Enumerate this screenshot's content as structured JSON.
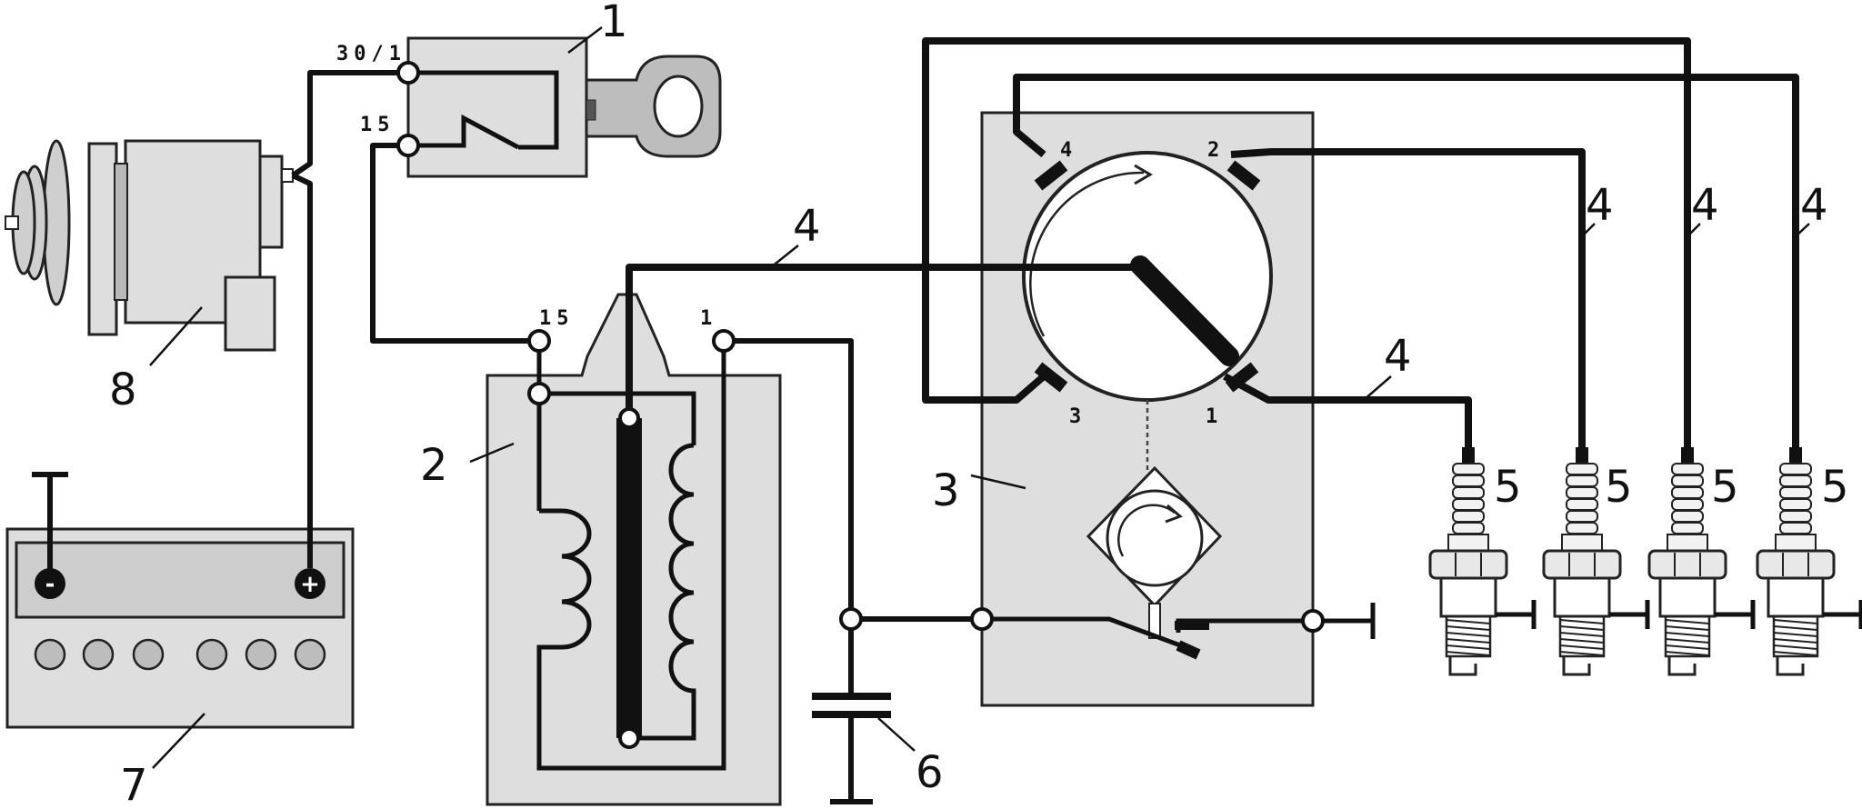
{
  "diagram": {
    "components": {
      "ignition_switch": {
        "ref": "1",
        "terminal_top": "30/1",
        "terminal_bottom": "15"
      },
      "ignition_coil": {
        "ref": "2",
        "terminal_left": "15",
        "terminal_right": "1"
      },
      "distributor": {
        "ref": "3",
        "cap_terminals": [
          "4",
          "2",
          "3",
          "1"
        ]
      },
      "hv_leads": {
        "ref": "4"
      },
      "spark_plugs": {
        "ref": "5"
      },
      "capacitor": {
        "ref": "6"
      },
      "battery": {
        "ref": "7",
        "minus_symbol": "-",
        "plus_symbol": "+"
      },
      "generator": {
        "ref": "8"
      }
    },
    "colors": {
      "wire": "#111111",
      "housing": "#dedede",
      "outline": "#222222"
    }
  }
}
